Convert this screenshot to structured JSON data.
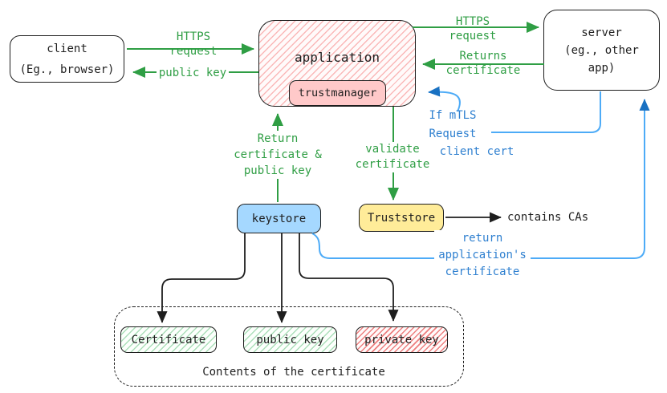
{
  "nodes": {
    "client": "client\n(Eg., browser)",
    "application": "application",
    "trustmanager": "trustmanager",
    "server": "server\n(eg., other\napp)",
    "keystore": "keystore",
    "truststore": "Truststore",
    "certificate": "Certificate",
    "public_key": "public key",
    "private_key": "private key",
    "contents_caption": "Contents of the certificate"
  },
  "edge_labels": {
    "https_request_to_app": "HTTPS\nrequest",
    "public_key_to_client": "public key",
    "https_request_to_server": "HTTPS\nrequest",
    "returns_certificate": "Returns\ncertificate",
    "return_cert_public_key": "Return\ncertificate &\npublic key",
    "validate_certificate": "validate\ncertificate",
    "if_mtls_request": "If mTLS\nRequest",
    "client_cert": "client cert",
    "return_app_certificate": "return\napplication's\ncertificate",
    "contains_cas": "contains CAs"
  },
  "colors": {
    "green": "#2f9e44",
    "blue_line": "#4dabf7",
    "blue_arrowhead": "#1971c2",
    "blue_text": "#2f80d0",
    "ink": "#1e1e1e",
    "keystore_fill": "#a5d8ff",
    "truststore_fill": "#ffec99",
    "trustmanager_fill": "#ffc9c9",
    "app_hatch": "#ffc9c9",
    "green_hatch": "#b2f2bb",
    "red_hatch": "#ff8787"
  }
}
